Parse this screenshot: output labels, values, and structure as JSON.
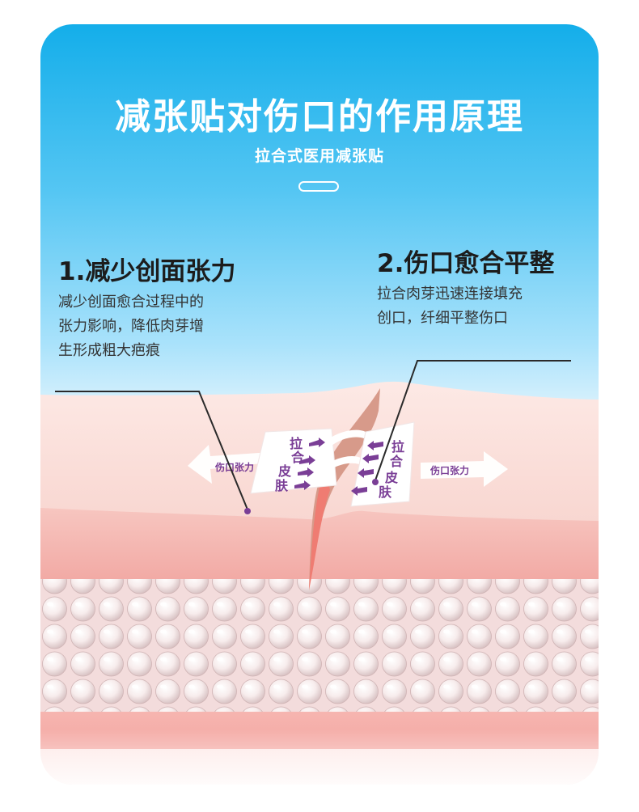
{
  "header": {
    "title": "减张贴对伤口的作用原理",
    "subtitle": "拉合式医用减张贴"
  },
  "points": [
    {
      "title": "1.减少创面张力",
      "lines": [
        "减少创面愈合过程中的",
        "张力影响，降低肉芽增",
        "生形成粗大疤痕"
      ]
    },
    {
      "title": "2.伤口愈合平整",
      "lines": [
        "拉合肉芽迅速连接填充",
        "创口，纤细平整伤口"
      ]
    }
  ],
  "diagram": {
    "tension_left": "伤口张力",
    "tension_right": "伤口张力",
    "patch_left": [
      "拉",
      "合",
      "皮",
      "肤"
    ],
    "patch_right": [
      "拉",
      "合",
      "皮",
      "肤"
    ]
  },
  "colors": {
    "sky_top": "#14aeea",
    "accent_purple": "#7a3e96",
    "skin_top": "#fbe2dd",
    "dermis": "#f6b9b4",
    "wound": "#ef7c72"
  }
}
